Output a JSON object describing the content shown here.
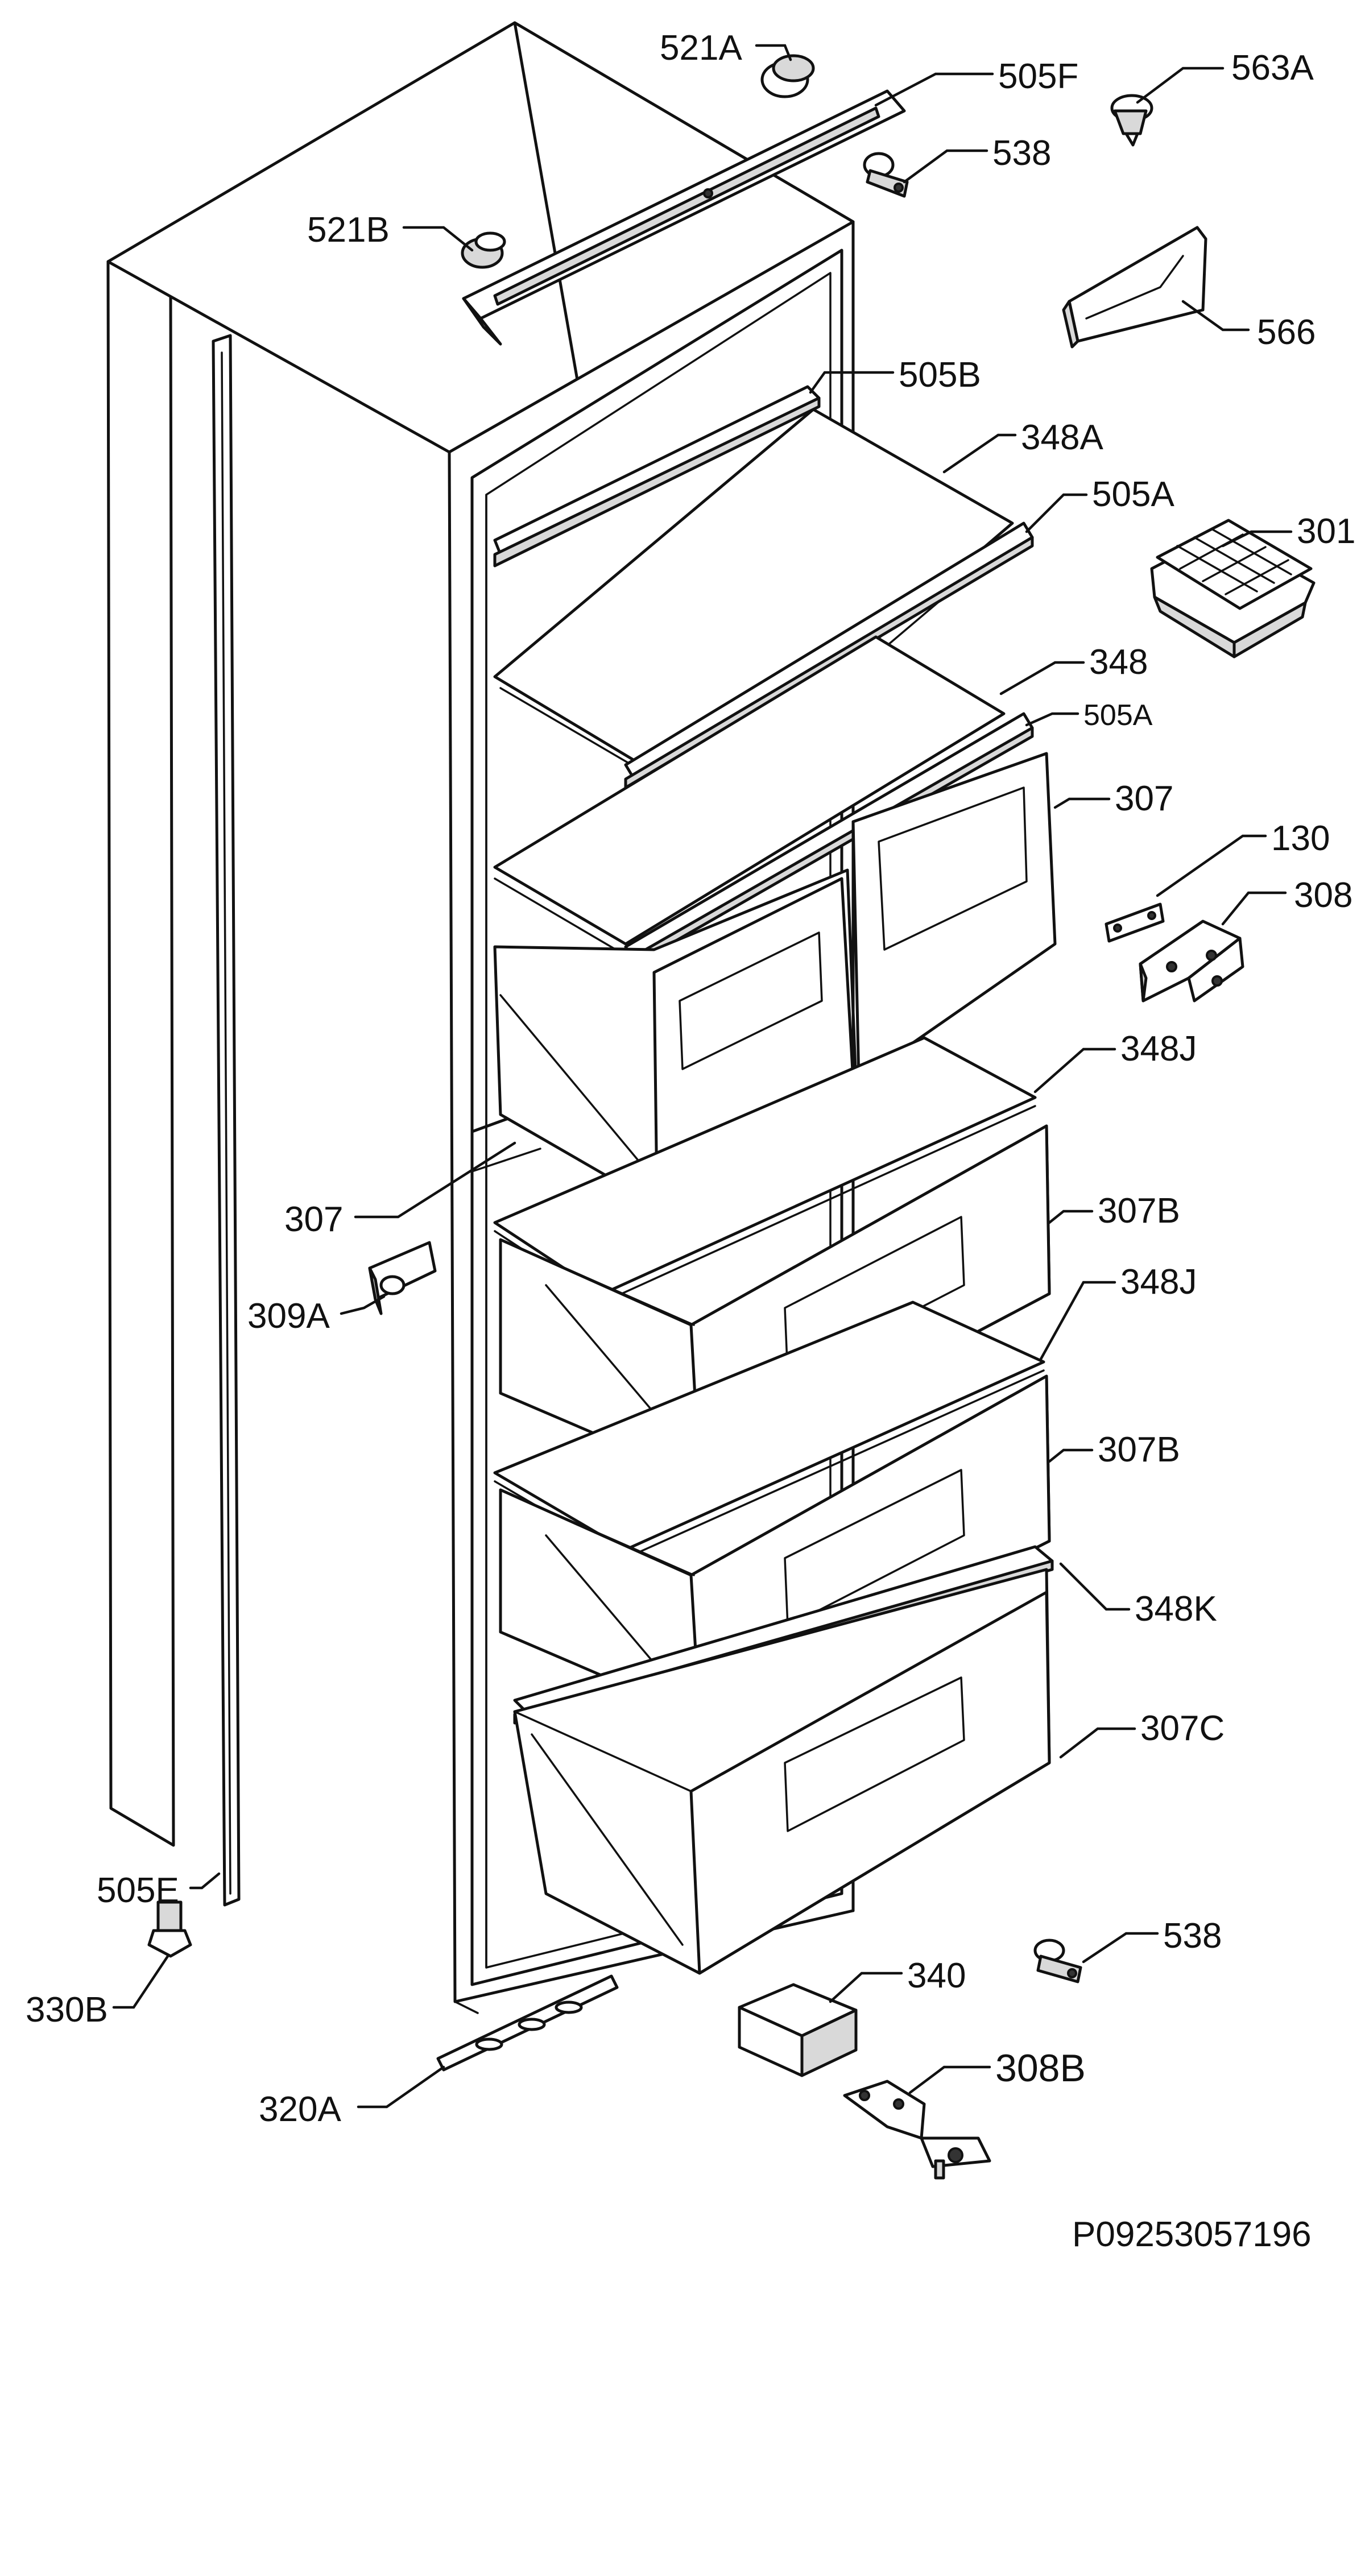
{
  "diagram": {
    "reference_code": "P09253057196",
    "parts": [
      {
        "id": "p521A",
        "label": "521A"
      },
      {
        "id": "p505F",
        "label": "505F"
      },
      {
        "id": "p563A",
        "label": "563A"
      },
      {
        "id": "p538a",
        "label": "538"
      },
      {
        "id": "p521B",
        "label": "521B"
      },
      {
        "id": "p566",
        "label": "566"
      },
      {
        "id": "p505B",
        "label": "505B"
      },
      {
        "id": "p348A",
        "label": "348A"
      },
      {
        "id": "p505A1",
        "label": "505A"
      },
      {
        "id": "p301",
        "label": "301"
      },
      {
        "id": "p348",
        "label": "348"
      },
      {
        "id": "p505A2",
        "label": "505A"
      },
      {
        "id": "p307a",
        "label": "307"
      },
      {
        "id": "p130",
        "label": "130"
      },
      {
        "id": "p308",
        "label": "308"
      },
      {
        "id": "p348J1",
        "label": "348J"
      },
      {
        "id": "p307b",
        "label": "307"
      },
      {
        "id": "p307B1",
        "label": "307B"
      },
      {
        "id": "p309A",
        "label": "309A"
      },
      {
        "id": "p348J2",
        "label": "348J"
      },
      {
        "id": "p307B2",
        "label": "307B"
      },
      {
        "id": "p348K",
        "label": "348K"
      },
      {
        "id": "p307C",
        "label": "307C"
      },
      {
        "id": "p505E",
        "label": "505E"
      },
      {
        "id": "p538b",
        "label": "538"
      },
      {
        "id": "p330B",
        "label": "330B"
      },
      {
        "id": "p340",
        "label": "340"
      },
      {
        "id": "p308B",
        "label": "308B"
      },
      {
        "id": "p320A",
        "label": "320A"
      }
    ]
  }
}
